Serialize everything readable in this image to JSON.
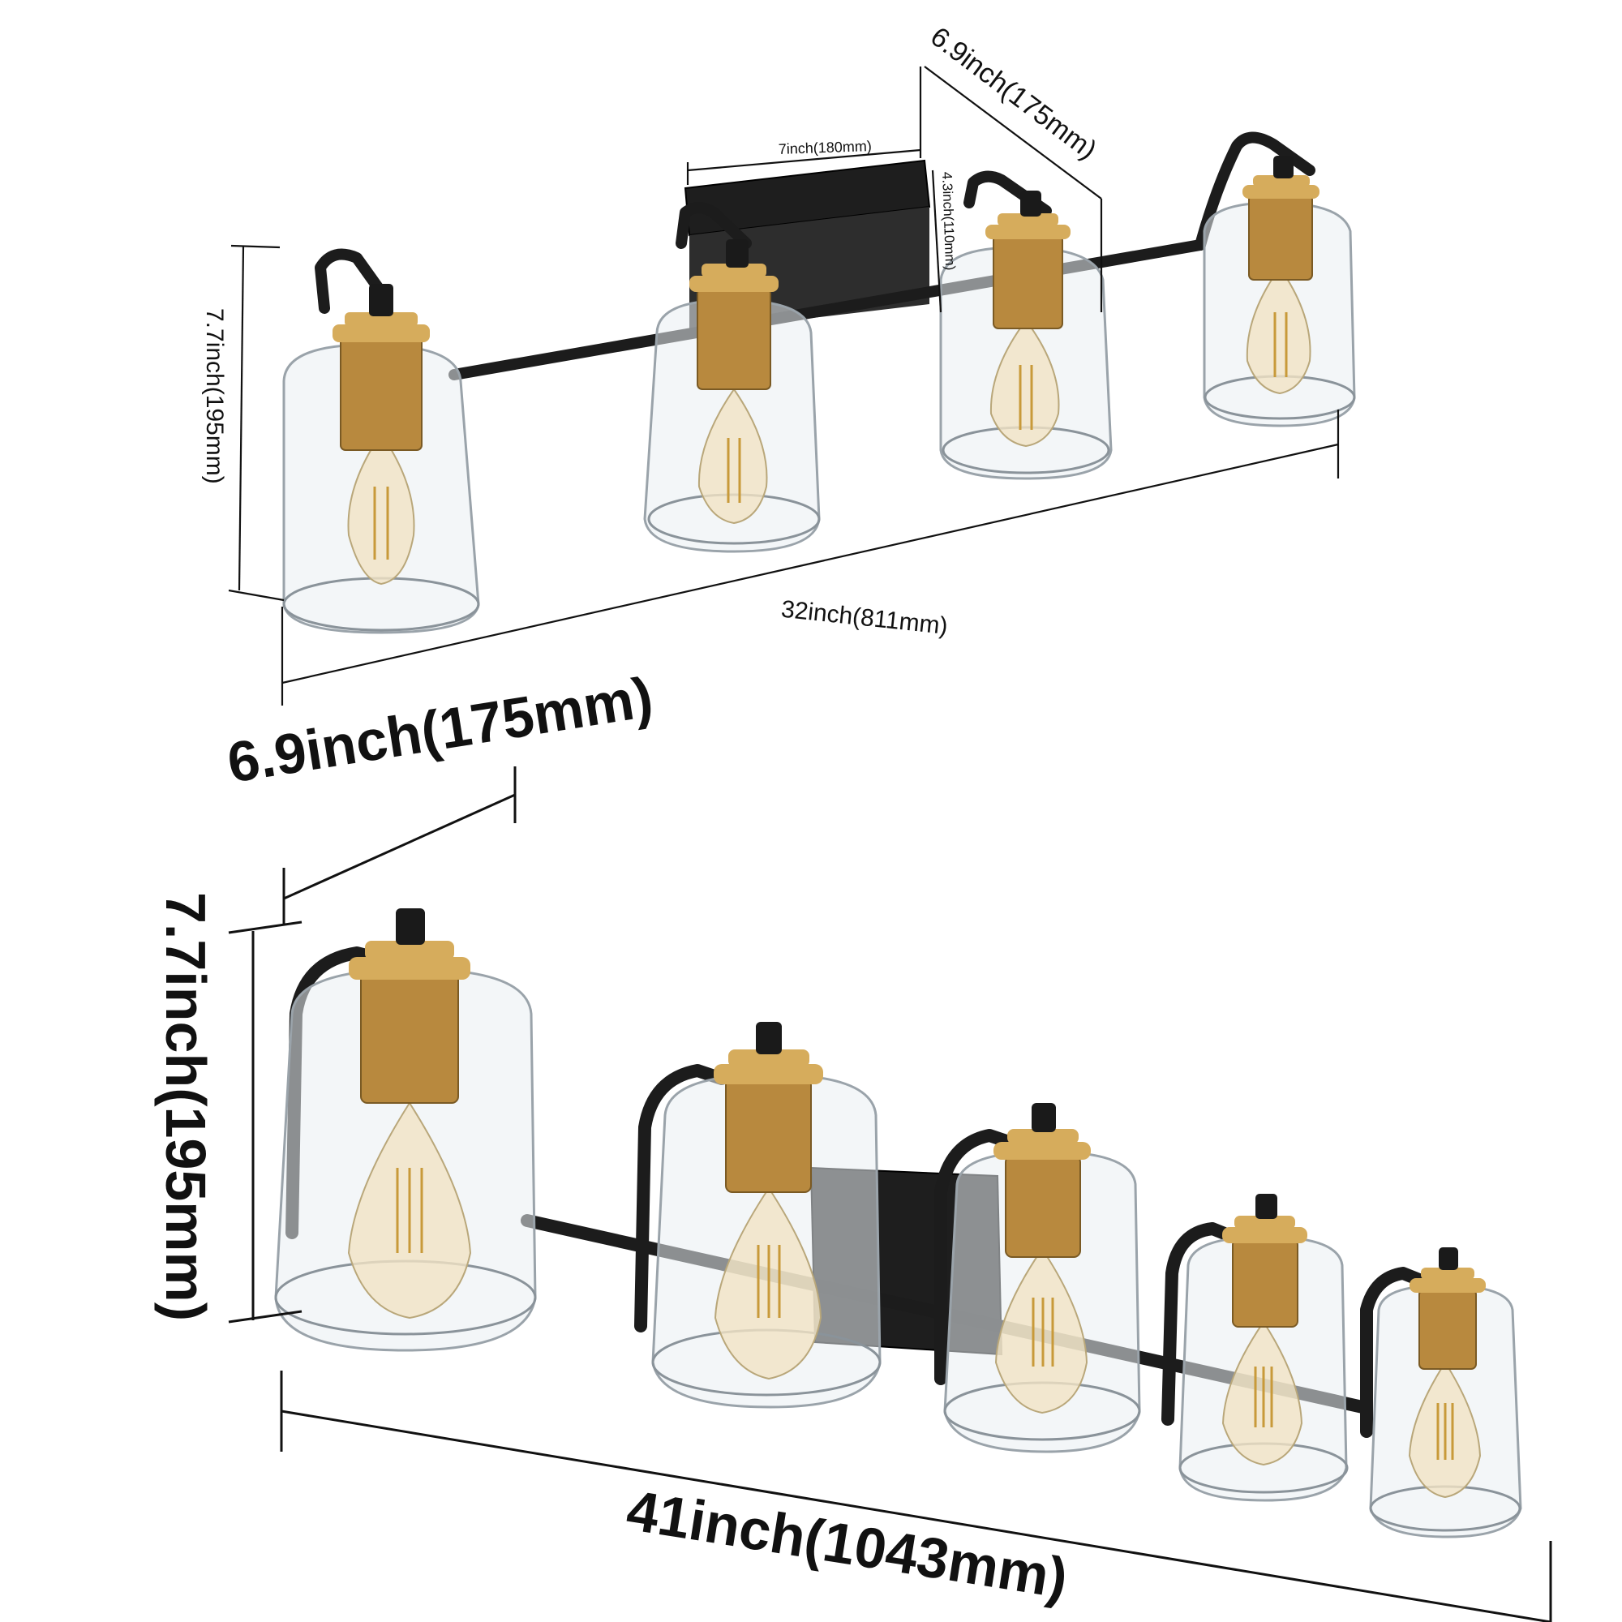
{
  "top_fixture": {
    "width_label": "32inch(811mm)",
    "height_label": "7.7inch(195mm)",
    "depth_label": "6.9inch(175mm)",
    "backplate_width_label": "7inch(180mm)",
    "backplate_height_label": "4.3inch(110mm)"
  },
  "bottom_fixture": {
    "depth_label": "6.9inch(175mm)",
    "height_label": "7.7inch(195mm)",
    "width_label": "41inch(1043mm)"
  },
  "colors": {
    "arm": "#1c1c1c",
    "brass": "#b8893e",
    "glass": "#e9eef2",
    "dimension_line": "#111111"
  }
}
